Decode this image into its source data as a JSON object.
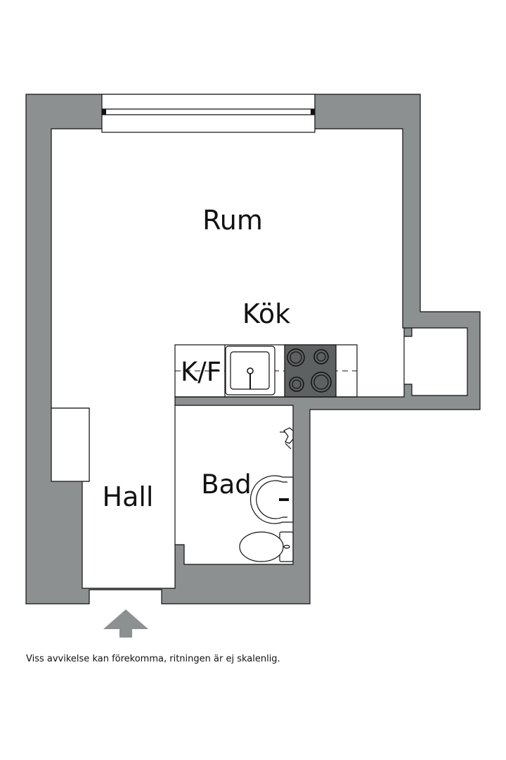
{
  "plan": {
    "rooms": [
      {
        "id": "rum",
        "label": "Rum"
      },
      {
        "id": "kok",
        "label": "Kök"
      },
      {
        "id": "kf",
        "label": "K/F"
      },
      {
        "id": "bad",
        "label": "Bad"
      },
      {
        "id": "hall",
        "label": "Hall"
      }
    ],
    "disclaimer": "Viss avvikelse kan förekomma, ritningen är ej skalenlig.",
    "colors": {
      "wall": "#8c9090",
      "stroke": "#111111",
      "stove": "#5e6161",
      "floor": "#ffffff"
    },
    "icons": [
      "entrance-arrow-icon",
      "sink-icon",
      "stove-icon",
      "toilet-icon",
      "washbasin-icon",
      "shower-icon",
      "window-icon"
    ]
  }
}
